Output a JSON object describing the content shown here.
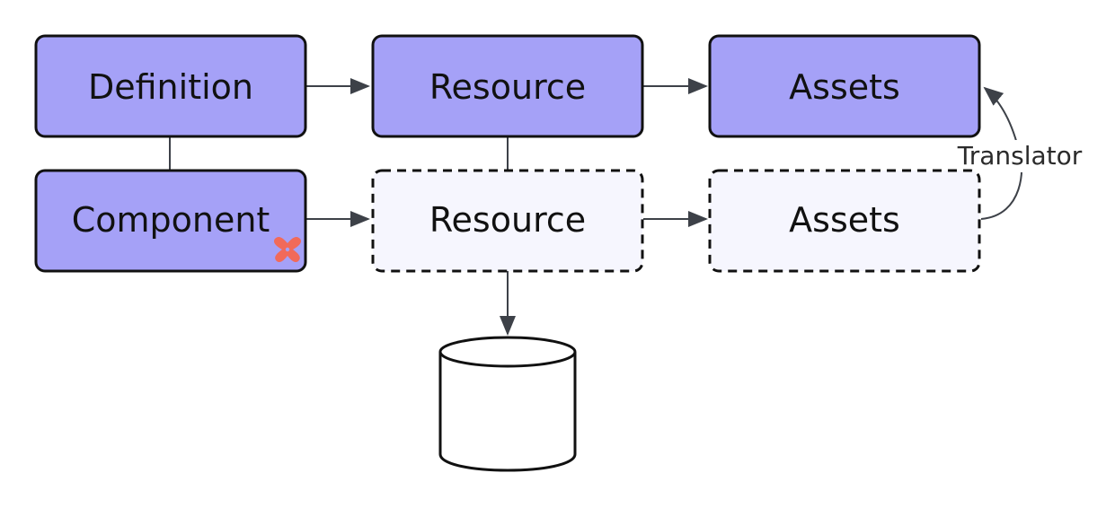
{
  "colors": {
    "solid_fill": "#a5a1f7",
    "ghost_fill": "#f6f6fe",
    "stroke": "#111111",
    "edge": "#3d4148",
    "badge": "#f16a5a"
  },
  "nodes": {
    "definition": {
      "label": "Definition"
    },
    "resource_top": {
      "label": "Resource"
    },
    "assets_top": {
      "label": "Assets"
    },
    "component": {
      "label": "Component",
      "badge_icon": "cross-badge-icon"
    },
    "resource_bottom": {
      "label": "Resource"
    },
    "assets_bottom": {
      "label": "Assets"
    },
    "database": {
      "icon": "database-cylinder-icon"
    }
  },
  "edges": {
    "translator": {
      "label": "Translator"
    }
  }
}
